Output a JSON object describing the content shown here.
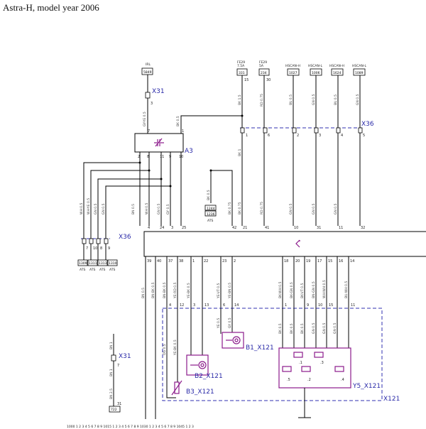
{
  "title": "Astra-H, model year 2006",
  "fuse_labels": [
    {
      "name": "IRL",
      "ref": "5849",
      "pin": "3"
    },
    {
      "name": "FE29\n7.5A",
      "ref": "331",
      "pin": "15"
    },
    {
      "name": "FE29\n5A",
      "ref": "234",
      "pin": "30"
    },
    {
      "name": "HSCAN-H",
      "ref": "1027",
      "pin": ""
    },
    {
      "name": "HSCAN-L",
      "ref": "1006",
      "pin": ""
    },
    {
      "name": "HSCAN-H",
      "ref": "1624",
      "pin": ""
    },
    {
      "name": "HSCAN-L",
      "ref": "1089",
      "pin": ""
    }
  ],
  "connectors": {
    "x31_top": "X31",
    "x36_top": "X36",
    "a3": "A3",
    "x36_left": "X36",
    "x31_bottom": "X31",
    "b1": "B1_X121",
    "b2": "B2_X121",
    "b3": "B3_X121",
    "y5": "Y5_X121",
    "x121": "X121"
  },
  "wire_colors_top": [
    "GY-YE 0.5",
    "BK 0.5",
    "BK 1.5",
    "RD 0.75",
    "BU 0.5",
    "GN 0.5",
    "BU 0.5",
    "GN 0.5",
    "BK 1"
  ],
  "x36_pins_top": [
    "1",
    "6",
    "2",
    "3",
    "4",
    "5"
  ],
  "a3_pins": [
    "7",
    "1",
    "2",
    "8",
    "11",
    "9",
    "10"
  ],
  "left_wires": [
    "WH 0.5",
    "WH-YE 0.5",
    "GN 0.5",
    "GN 0.5",
    "BN 0.5",
    "WH 0.5",
    "GN 0.5",
    "GY 0.5"
  ],
  "mid_wires": [
    "BK 0.5",
    "BK 0.75",
    "BK 0.75",
    "RD 0.75",
    "GN 0.5",
    "GN 0.5",
    "GN 0.5"
  ],
  "ats_boxes": [
    "1309",
    "1311",
    "1313",
    "1310"
  ],
  "ats_label": "ATS",
  "x36_left_pins": [
    "7",
    "10",
    "8",
    "9"
  ],
  "ref_boxes": [
    "1244",
    "1236"
  ],
  "ref_label": "ATS",
  "ecu_pins_top": [
    "4",
    "24",
    "3",
    "25",
    "42",
    "21",
    "41",
    "10",
    "31",
    "11",
    "32"
  ],
  "ecu_pins_bottom": [
    "39",
    "40",
    "37",
    "38",
    "1",
    "22",
    "23",
    "2",
    "18",
    "20",
    "19",
    "17",
    "15",
    "16",
    "14"
  ],
  "lower_wires": [
    "BN 0.5",
    "BN-BK 0.5",
    "BN-BK 0.5",
    "YE-RD 0.5",
    "YE-BK 0.5",
    "YE-VT 0.5",
    "YE-BN 0.5",
    "BK-WH 0.5",
    "BK-GN 0.5",
    "BK-VT 0.5",
    "BN-GN 0.5",
    "WH-WH 0.5",
    "BU-WH 0.5"
  ],
  "x121_pins": [
    "4",
    "12",
    "3",
    "13",
    "6",
    "14",
    "1",
    "9",
    "10",
    "15",
    "11"
  ],
  "inner_wires": [
    "OG 0.5",
    "YE-BK 0.5",
    "YE 0.5",
    "GY 0.5",
    "BK 0.5",
    "BK 0.5",
    "BK 0.5",
    "GN 0.5",
    "GN 0.5",
    "GN 0.5"
  ],
  "valves": [
    ".1",
    ".2",
    ".3",
    ".4",
    ".5"
  ],
  "x31_bottom_wires": [
    "BN 1",
    "BN 1",
    "BN 2.5"
  ],
  "x31_bottom_pins": [
    "7",
    "31"
  ],
  "ground_ref": "722",
  "bottom_strip": "1000  1  2  3  4  5  6  7  8  9  1015  1  2  3  4  5  6  7  8  9  1030  1  2  3  4  5  6  7  8  9  1045  1  2  3"
}
